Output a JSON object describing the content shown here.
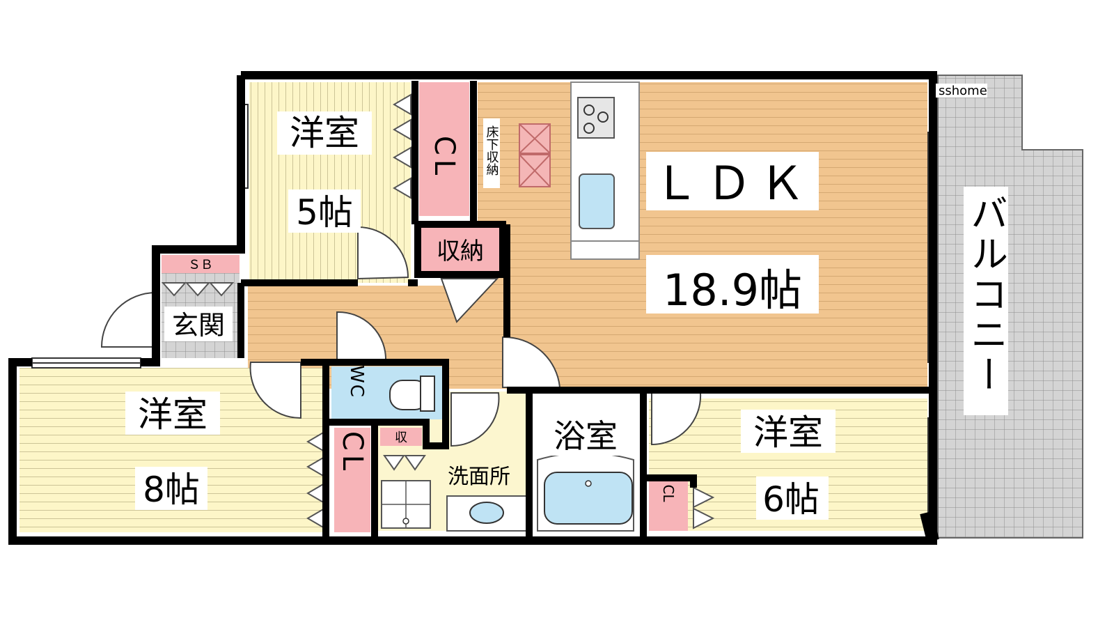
{
  "colors": {
    "ldk_floor": "#f1c58f",
    "room_floor": "#fdf6c8",
    "closet": "#f7b4b8",
    "wet": "#bfe3f4",
    "wall": "#000000",
    "balcony": "#d0d0d0"
  },
  "rooms": {
    "western_5": {
      "name": "洋室",
      "size": "5帖"
    },
    "closet_top": {
      "label": "CL"
    },
    "underfloor": {
      "label": "床下収納"
    },
    "ldk": {
      "name": "ＬＤＫ",
      "size": "18.9帖"
    },
    "storage": {
      "label": "収納"
    },
    "shoe_box": {
      "label": "ＳＢ"
    },
    "entrance": {
      "label": "玄関"
    },
    "western_8": {
      "name": "洋室",
      "size": "8帖"
    },
    "wc": {
      "label": "WC"
    },
    "closet_mid": {
      "label": "CL"
    },
    "small_storage": {
      "label": "収"
    },
    "washroom": {
      "label": "洗面所"
    },
    "bathroom": {
      "label": "浴室"
    },
    "western_6": {
      "name": "洋室",
      "size": "6帖"
    },
    "closet_small": {
      "label": "CL"
    },
    "balcony": {
      "label": "バルコニー"
    }
  },
  "watermark": "sshome"
}
